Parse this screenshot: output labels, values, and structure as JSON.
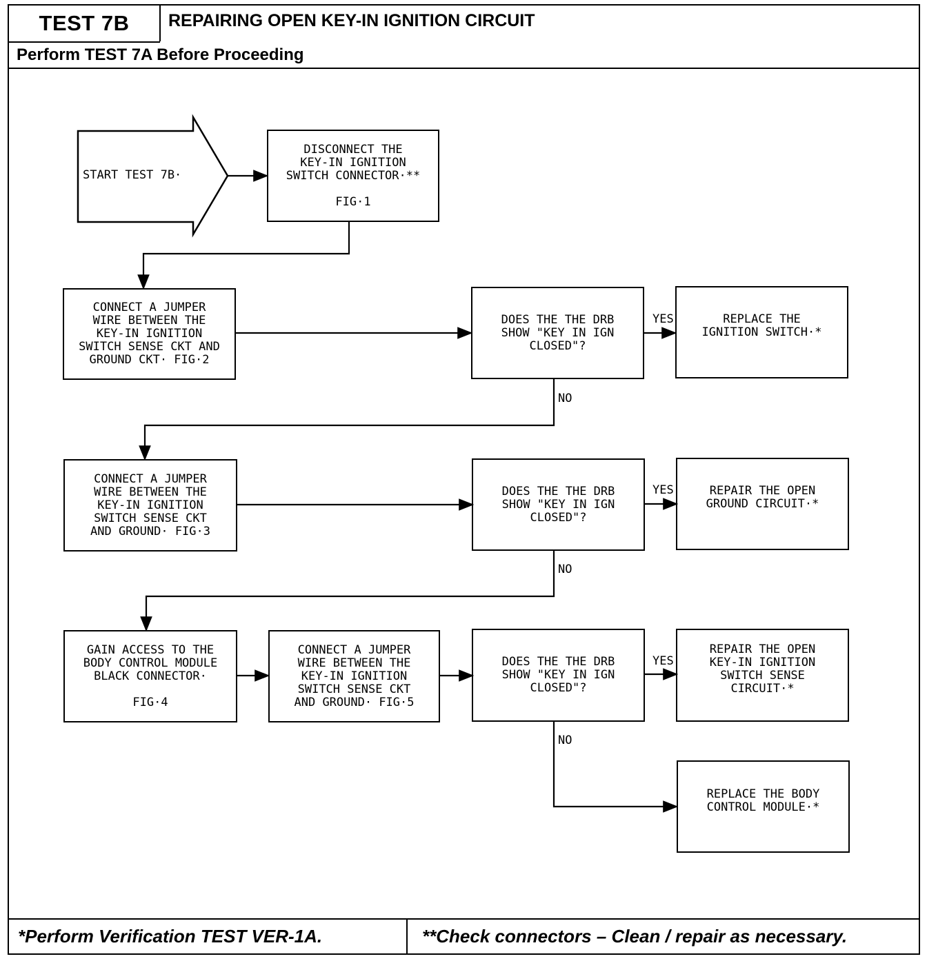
{
  "header": {
    "test_label": "TEST 7B",
    "title": "REPAIRING OPEN KEY-IN IGNITION CIRCUIT",
    "subtitle": "Perform TEST 7A Before Proceeding"
  },
  "flow": {
    "start": "START TEST 7B·",
    "disconnect": "DISCONNECT THE\nKEY-IN IGNITION\nSWITCH CONNECTOR·**\n\nFIG·1",
    "jumper1": "CONNECT A JUMPER\nWIRE BETWEEN THE\nKEY-IN IGNITION\nSWITCH SENSE CKT AND\nGROUND CKT· FIG·2",
    "question1": "DOES THE THE DRB\nSHOW \"KEY IN IGN\nCLOSED\"?",
    "replace_switch": "REPLACE THE\nIGNITION SWITCH·*",
    "jumper2": "CONNECT A JUMPER\nWIRE BETWEEN THE\nKEY-IN IGNITION\nSWITCH SENSE CKT\nAND GROUND· FIG·3",
    "question2": "DOES THE THE DRB\nSHOW \"KEY IN IGN\nCLOSED\"?",
    "repair_ground": "REPAIR THE OPEN\nGROUND CIRCUIT·*",
    "gain_access": "GAIN ACCESS TO THE\nBODY CONTROL MODULE\nBLACK CONNECTOR·\n\nFIG·4",
    "jumper3": "CONNECT A JUMPER\nWIRE BETWEEN THE\nKEY-IN IGNITION\nSWITCH SENSE CKT\nAND GROUND· FIG·5",
    "question3": "DOES THE THE DRB\nSHOW \"KEY IN IGN\nCLOSED\"?",
    "repair_sense": "REPAIR THE OPEN\nKEY-IN IGNITION\nSWITCH SENSE\nCIRCUIT·*",
    "replace_bcm": "REPLACE THE BODY\nCONTROL MODULE·*",
    "yes_label": "YES",
    "no_label": "NO"
  },
  "footer": {
    "left": "*Perform Verification TEST VER-1A.",
    "right": "**Check connectors – Clean / repair as necessary."
  }
}
